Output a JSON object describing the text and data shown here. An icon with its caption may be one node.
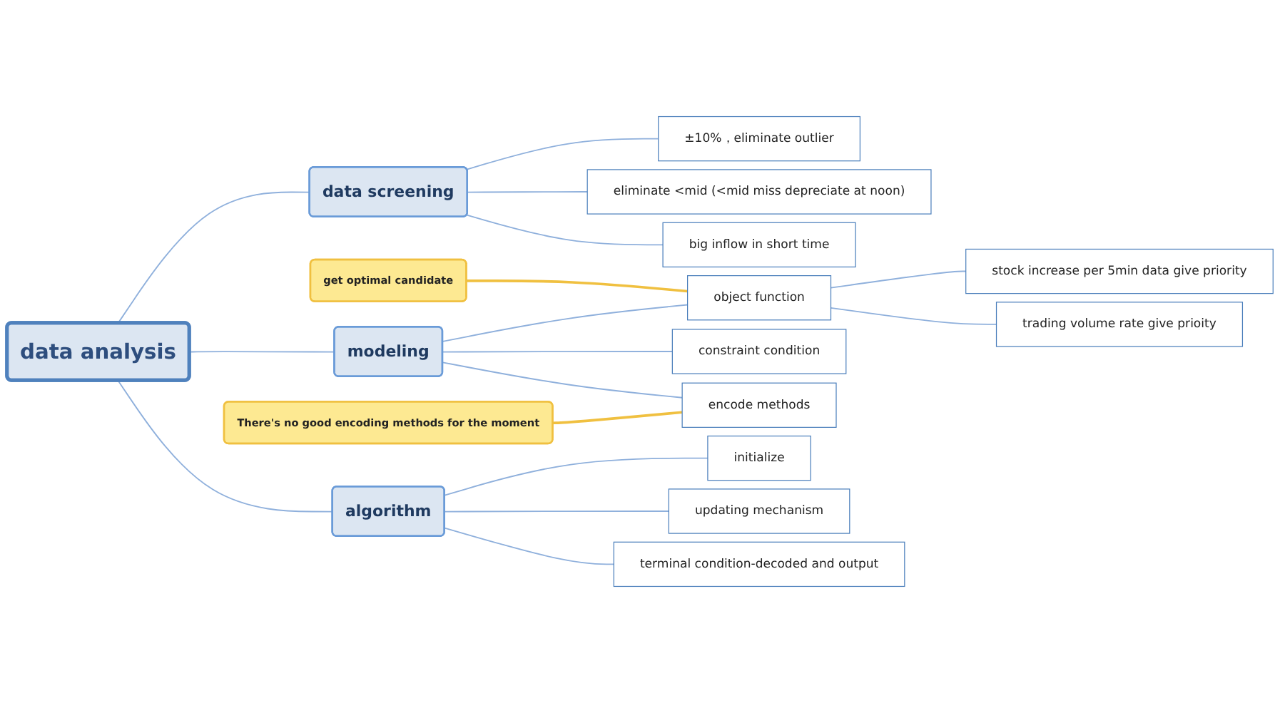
{
  "diagram": {
    "nodes": [
      {
        "text": [
          "data analysis"
        ]
      },
      {
        "text": [
          "data screening"
        ]
      },
      {
        "text": [
          "±10%，eliminate outlier"
        ]
      },
      {
        "text": [
          "eliminate <mid (<mid miss depreciate at noon)"
        ]
      },
      {
        "text": [
          "big inflow in short time"
        ]
      },
      {
        "text": [
          "modeling"
        ]
      },
      {
        "text": [
          "object function"
        ]
      },
      {
        "text": [
          "get optimal candidate"
        ]
      },
      {
        "text": [
          "stock increase per 5min data give priority"
        ]
      },
      {
        "text": [
          "trading volume rate give prioity"
        ]
      },
      {
        "text": [
          "constraint condition"
        ]
      },
      {
        "text": [
          "There's no good encoding methods for the moment"
        ]
      },
      {
        "text": [
          "encode methods"
        ]
      },
      {
        "text": [
          "algorithm"
        ]
      },
      {
        "text": [
          "initialize"
        ]
      },
      {
        "text": [
          "updating mechanism"
        ]
      },
      {
        "text": [
          "terminal condition-decoded and output"
        ]
      }
    ],
    "edges": [
      {
        "from": 0,
        "to": 1,
        "arrow": "none"
      },
      {
        "from": 1,
        "to": 2,
        "arrow": "none"
      },
      {
        "from": 1,
        "to": 3,
        "arrow": "none"
      },
      {
        "from": 1,
        "to": 4,
        "arrow": "none"
      },
      {
        "from": 0,
        "to": 5,
        "arrow": "none"
      },
      {
        "from": 5,
        "to": 6,
        "arrow": "none"
      },
      {
        "from": 7,
        "to": 6,
        "arrow": "none",
        "color": "#f0c040"
      },
      {
        "from": 6,
        "to": 8,
        "arrow": "none"
      },
      {
        "from": 6,
        "to": 9,
        "arrow": "none"
      },
      {
        "from": 5,
        "to": 10,
        "arrow": "none"
      },
      {
        "from": 11,
        "to": 12,
        "arrow": "none",
        "color": "#f0c040"
      },
      {
        "from": 5,
        "to": 12,
        "arrow": "none"
      },
      {
        "from": 0,
        "to": 13,
        "arrow": "none"
      },
      {
        "from": 13,
        "to": 14,
        "arrow": "none"
      },
      {
        "from": 13,
        "to": 15,
        "arrow": "none"
      },
      {
        "from": 13,
        "to": 16,
        "arrow": "none"
      }
    ]
  }
}
